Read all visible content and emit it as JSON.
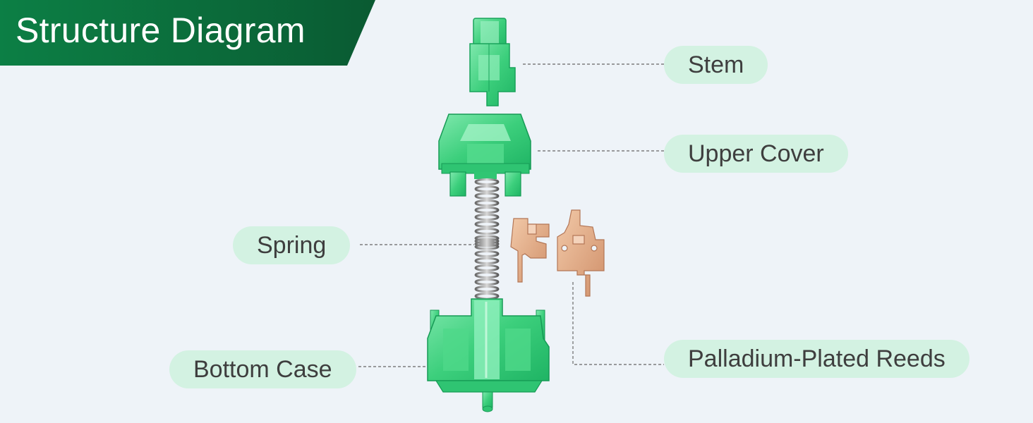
{
  "header": {
    "title": "Structure Diagram"
  },
  "labels": {
    "stem": "Stem",
    "upper_cover": "Upper Cover",
    "spring": "Spring",
    "bottom_case": "Bottom Case",
    "reeds": "Palladium-Plated Reeds"
  },
  "colors": {
    "banner": "#0b6a3a",
    "label_bg": "#d3f2e2",
    "switch_green": "#3ccf7c",
    "reed_copper": "#e3a984",
    "background": "#eef3f8"
  }
}
